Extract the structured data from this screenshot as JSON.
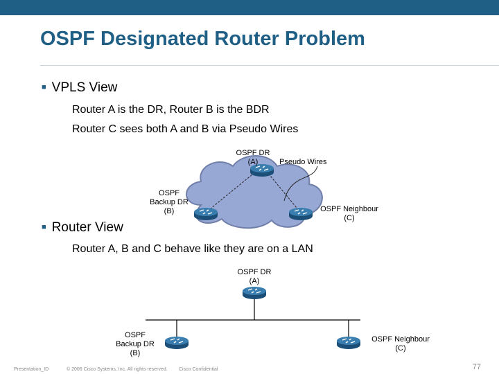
{
  "title": "OSPF Designated Router Problem",
  "bullets": [
    {
      "text": "VPLS View",
      "subitems": [
        "Router A is the DR, Router B is the BDR",
        "Router C sees both A and B via Pseudo Wires"
      ]
    },
    {
      "text": "Router View",
      "subitems": [
        "Router A, B and C behave like they are on a LAN"
      ]
    }
  ],
  "diagram_vpls": {
    "router_a": [
      "OSPF DR",
      "(A)"
    ],
    "router_b": [
      "OSPF",
      "Backup DR",
      "(B)"
    ],
    "router_c": [
      "OSPF Neighbour",
      "(C)"
    ],
    "pseudo_wires": "Pseudo Wires"
  },
  "diagram_lan": {
    "router_a": [
      "OSPF DR",
      "(A)"
    ],
    "router_b": [
      "OSPF",
      "Backup DR",
      "(B)"
    ],
    "router_c": [
      "OSPF Neighbour",
      "(C)"
    ]
  },
  "footer": {
    "presentation_id": "Presentation_ID",
    "copyright": "© 2006 Cisco Systems, Inc. All rights reserved.",
    "confidential": "Cisco Confidential",
    "page_number": "77"
  },
  "colors": {
    "brand": "#1f5f86",
    "cloud_fill": "#98a8d4",
    "router_fill": "#2f6f9f"
  }
}
